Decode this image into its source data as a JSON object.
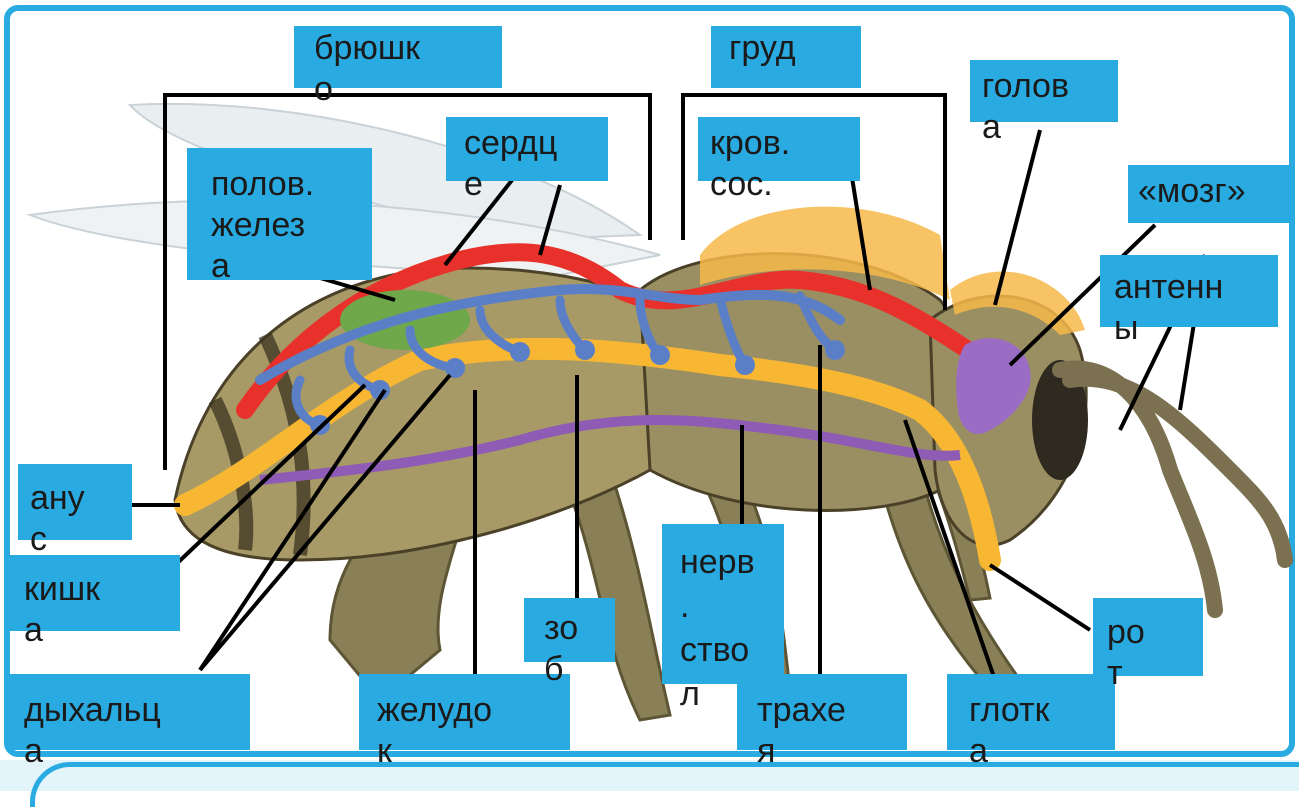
{
  "labels": {
    "abdomen": "брюшк\nо",
    "thorax": "груд",
    "head": "голов\nа",
    "heart": "сердц\nе",
    "blood_vessel": "кров.\nсос.",
    "gonad": "полов.\nжелез\nа",
    "brain": "«мозг»",
    "antennae": "антенн\nы",
    "anus": "ану\nс",
    "intestine": "кишк\nа",
    "spiracles": "дыхальц\nа",
    "stomach": "желудо\nк",
    "crop": "зо\nб",
    "nerve_cord": "нерв\n.\nство\nл",
    "trachea": "трахе\nя",
    "pharynx": "глотк\nа",
    "mouth": "ро\nт"
  },
  "colors": {
    "label_fill": "#29abe2",
    "frame": "#29abe2",
    "heart_vessel": "#e8312a",
    "tracheae": "#5b7fc7",
    "gut": "#f7b733",
    "nerve_cord": "#8e5bb5",
    "brain": "#9b6cc4",
    "gonad": "#6fa84a",
    "body": "#8c8462",
    "wing": "#e9eef0"
  }
}
